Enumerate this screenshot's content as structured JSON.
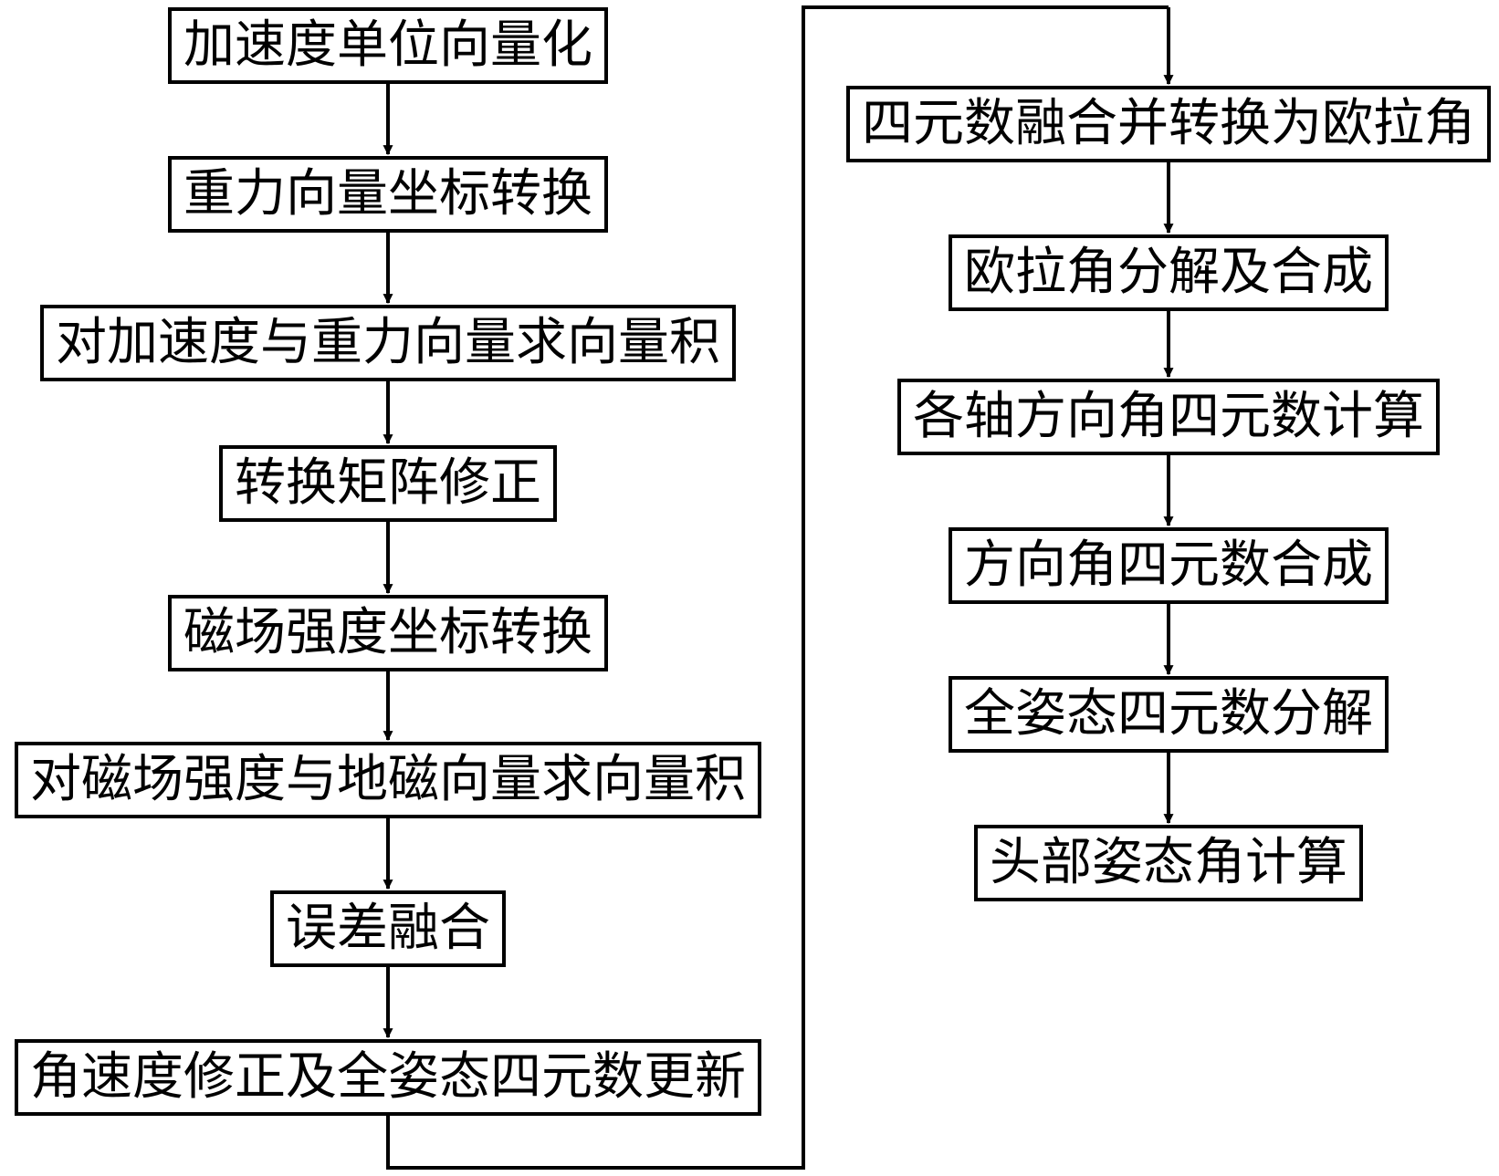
{
  "diagram": {
    "left_column": [
      {
        "id": "normalize-acceleration",
        "label": "加速度单位向量化"
      },
      {
        "id": "gravity-coordinate-transform",
        "label": "重力向量坐标转换"
      },
      {
        "id": "accel-gravity-cross-product",
        "label": "对加速度与重力向量求向量积"
      },
      {
        "id": "transform-matrix-correction",
        "label": "转换矩阵修正"
      },
      {
        "id": "magnetic-field-coordinate-transform",
        "label": "磁场强度坐标转换"
      },
      {
        "id": "magnetic-geomagnetic-cross-product",
        "label": "对磁场强度与地磁向量求向量积"
      },
      {
        "id": "error-fusion",
        "label": "误差融合"
      },
      {
        "id": "angular-velocity-correction-quaternion-update",
        "label": "角速度修正及全姿态四元数更新"
      }
    ],
    "right_column": [
      {
        "id": "quaternion-fusion-to-euler",
        "label": "四元数融合并转换为欧拉角"
      },
      {
        "id": "euler-decompose-compose",
        "label": "欧拉角分解及合成"
      },
      {
        "id": "axis-direction-quaternion-calc",
        "label": "各轴方向角四元数计算"
      },
      {
        "id": "direction-quaternion-compose",
        "label": "方向角四元数合成"
      },
      {
        "id": "full-attitude-quaternion-decompose",
        "label": "全姿态四元数分解"
      },
      {
        "id": "head-attitude-angle-calc",
        "label": "头部姿态角计算"
      }
    ],
    "line_color": "#000000",
    "box_border_color": "#000000",
    "text_color": "#000000",
    "background_color": "#ffffff"
  }
}
